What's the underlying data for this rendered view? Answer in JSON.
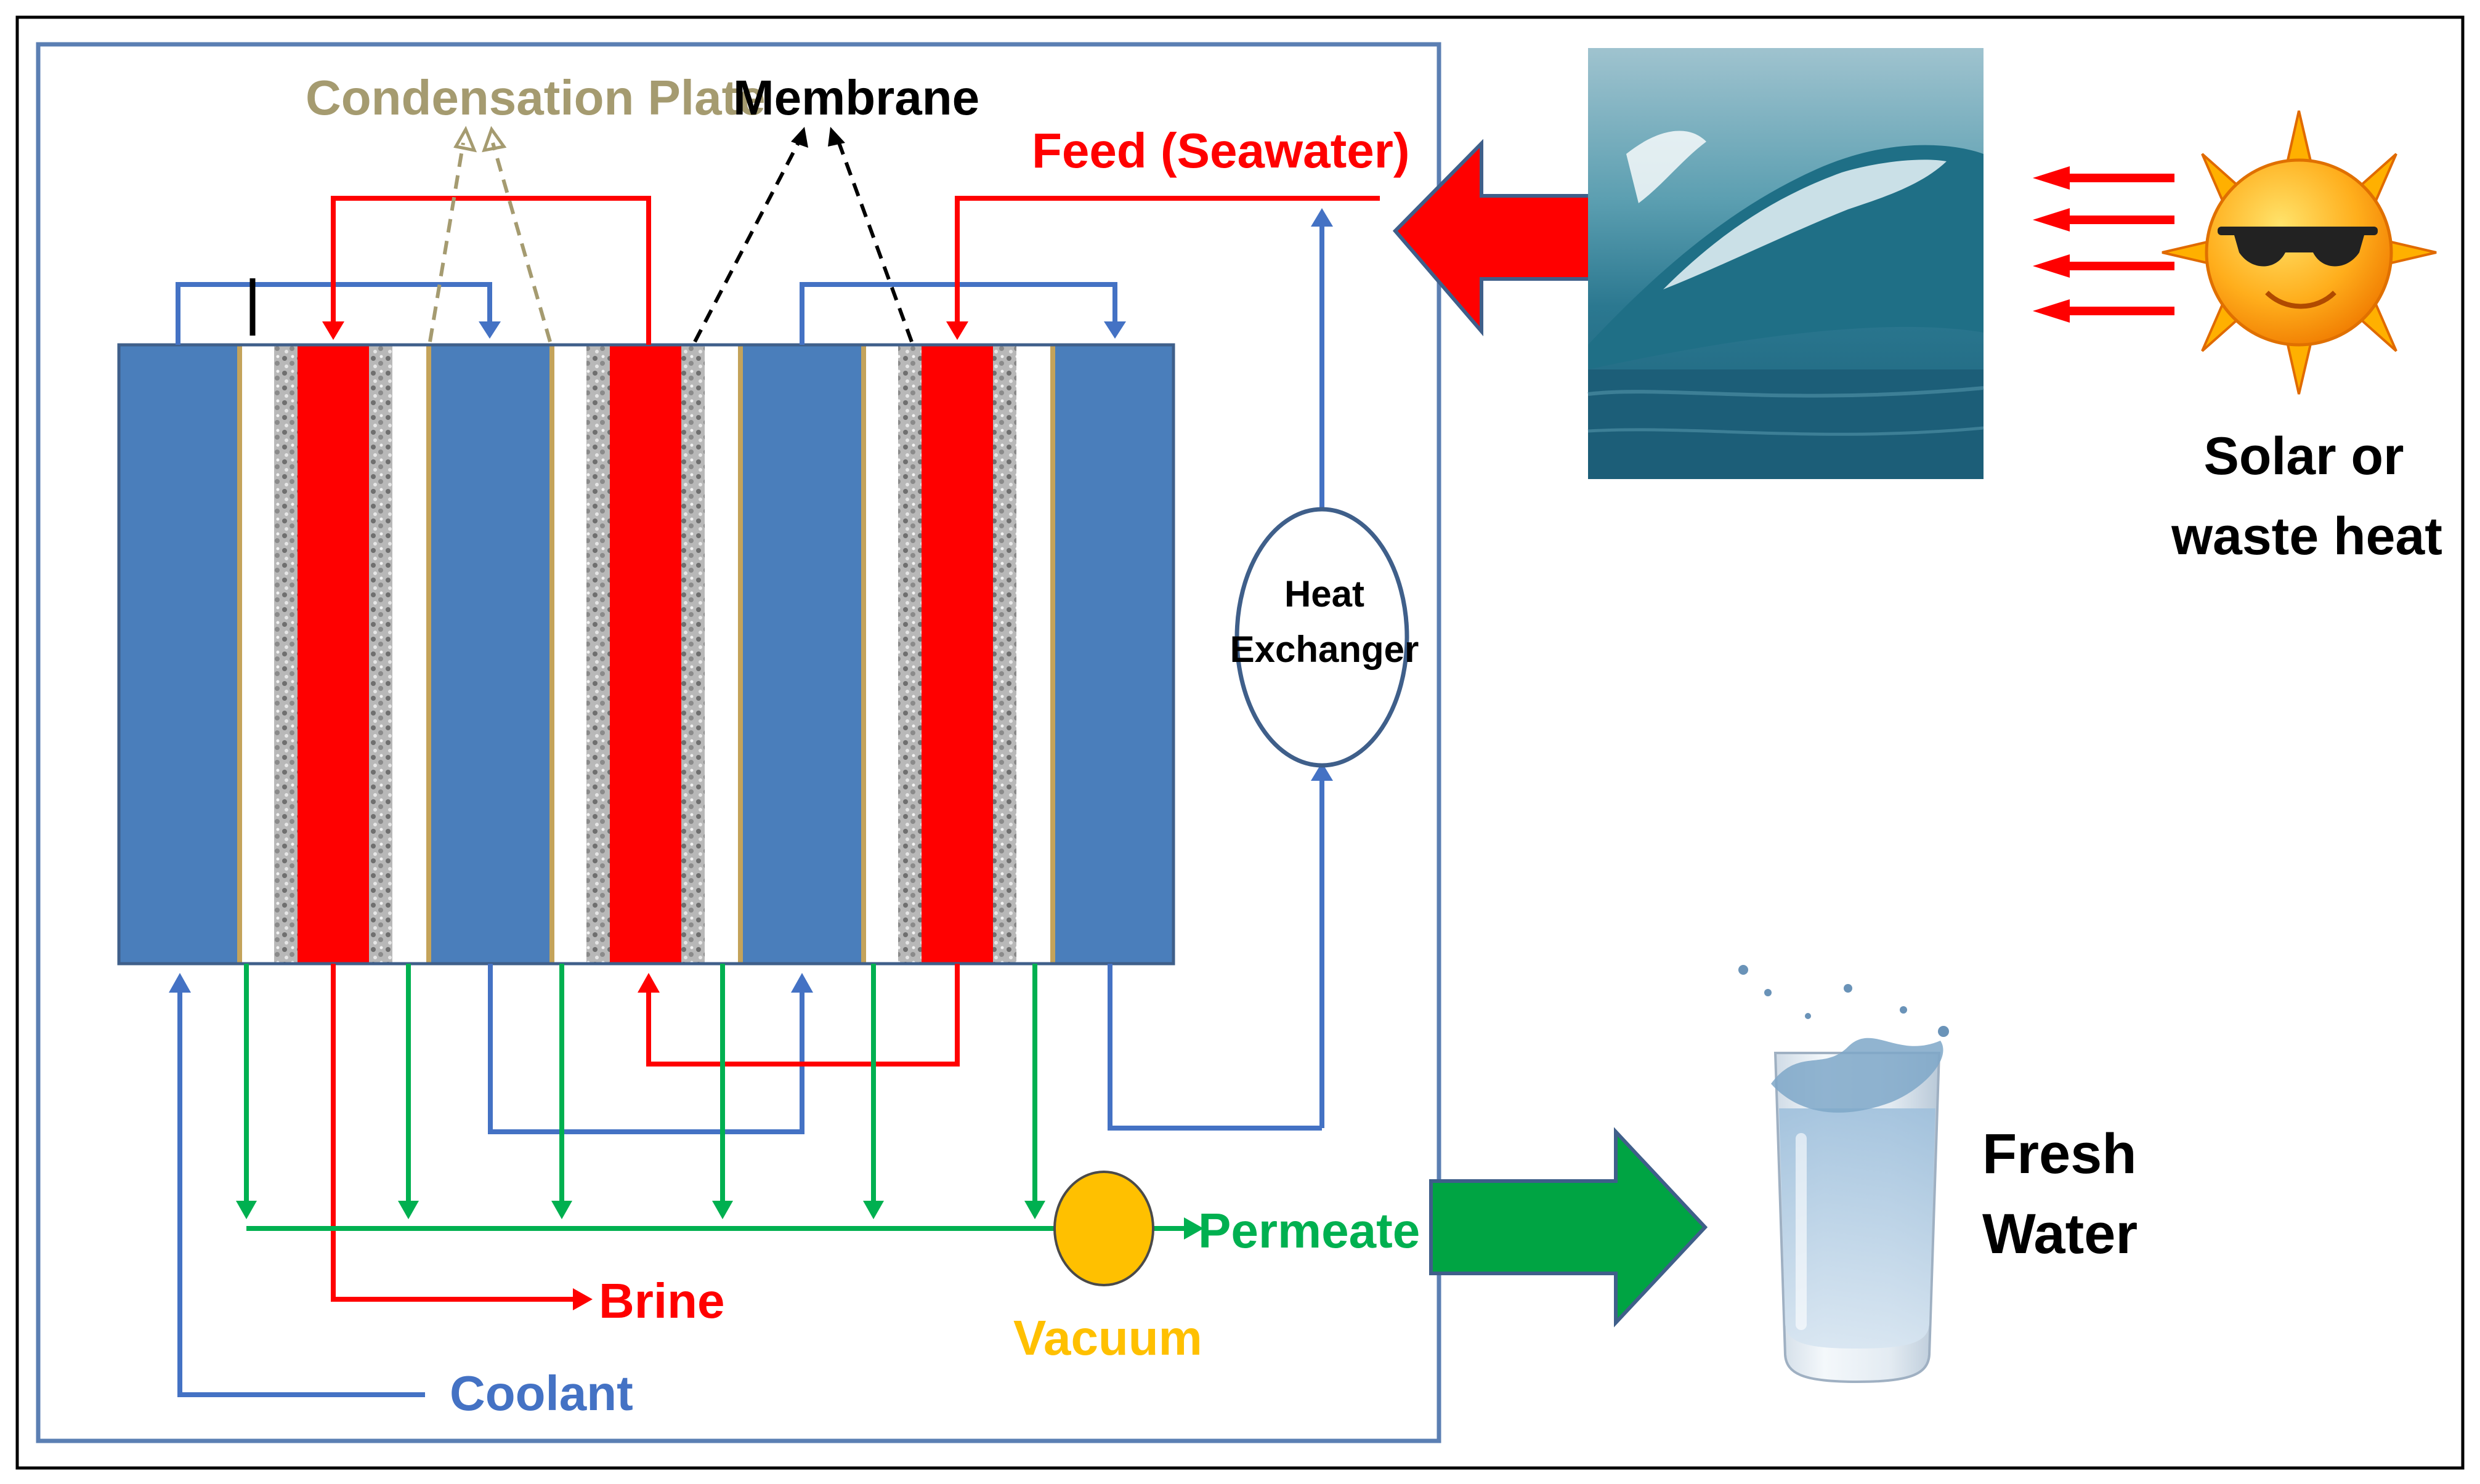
{
  "labels": {
    "condensation_plate": "Condensation Plate",
    "membrane": "Membrane",
    "feed": "Feed (Seawater)",
    "heat_exchanger_line1": "Heat",
    "heat_exchanger_line2": "Exchanger",
    "solar_line1": "Solar or",
    "solar_line2": "waste heat",
    "permeate": "Permeate",
    "brine": "Brine",
    "vacuum": "Vacuum",
    "coolant": "Coolant",
    "fresh_line1": "Fresh",
    "fresh_line2": "Water"
  },
  "colors": {
    "coolant_blue": "#4a7ebb",
    "flow_blue": "#4472c4",
    "hot_red": "#ff0000",
    "permeate_green": "#00b050",
    "vacuum_orange": "#ffc000",
    "condensation_tan": "#a59b70",
    "membrane_black": "#000000",
    "frame_blue": "#5b7fb3",
    "sea_teal": "#2f7f96",
    "sun_yellow": "#ffc000"
  },
  "icons": {
    "sun": "sun-with-sunglasses-icon",
    "wave": "ocean-wave-image",
    "glass": "glass-of-water-image"
  }
}
